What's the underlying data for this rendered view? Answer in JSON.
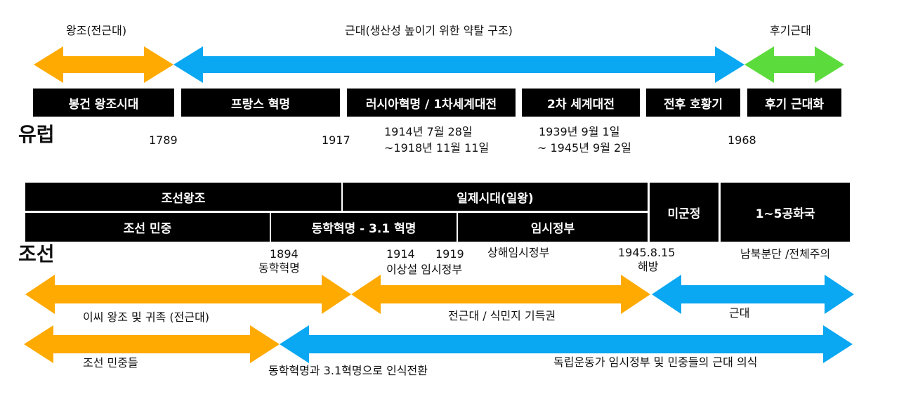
{
  "colors": {
    "orange": "#FFAA00",
    "blue": "#0AA7F2",
    "green": "#5CDC3C",
    "box": "#000000"
  },
  "europe": {
    "region_label": "유럽",
    "arrow_labels": [
      "왕조(전근대)",
      "근대(생산성 높이기 위한 약탈 구조)",
      "후기근대"
    ],
    "boxes": [
      "봉건 왕조시대",
      "프랑스 혁명",
      "러시아혁명 / 1차세계대전",
      "2차 세계대전",
      "전후 호황기",
      "후기 근대화"
    ],
    "years": [
      "1789",
      "1917",
      "1914년 7월 28일",
      "~1918년 11월 11일",
      "1939년 9월 1일",
      "~ 1945년 9월 2일",
      "1968"
    ]
  },
  "joseon": {
    "region_label": "조선",
    "boxes_top": [
      "조선왕조",
      "일제시대(일왕)",
      "미군정",
      "1~5공화국"
    ],
    "boxes_bottom": [
      "조선 민중",
      "동학혁명 - 3.1 혁명",
      "임시정부"
    ],
    "years": [
      "1894",
      "동학혁명",
      "1914",
      "1919",
      "이상설 임시정부",
      "상해임시정부",
      "1945.8.15",
      "해방",
      "남북분단 /전체주의"
    ],
    "arrow_labels": [
      "이씨 왕조 및 귀족 (전근대)",
      "전근대 / 식민지 기득권",
      "근대",
      "조선 민중들",
      "동학혁명과 3.1혁명으로 인식전환",
      "독립운동가 임시정부 및 민중들의 근대 의식"
    ]
  }
}
